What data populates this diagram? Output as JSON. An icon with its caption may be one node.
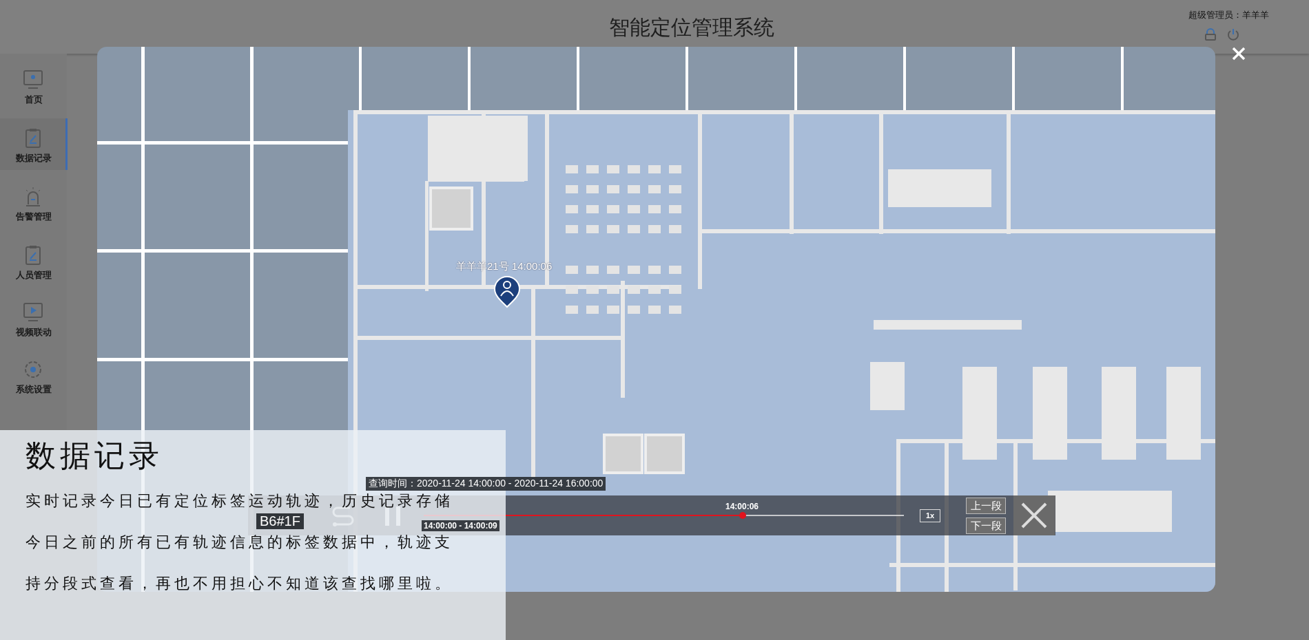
{
  "diagram": {
    "title": "智能定位管理系统",
    "labels": [
      "超级管理员：羊羊羊",
      "首页",
      "数据记录",
      "告警管理",
      "人员管理",
      "视频联动",
      "系统设置",
      "羊羊羊21号 14:00:06",
      "查询时间：2020-11-24 14:00:00 - 2020-11-24 16:00:00",
      "B6#1F",
      "14:00:06",
      "14:00:00 - 14:00:09",
      "1x",
      "上一段",
      "下一段",
      "数据记录",
      "实时记录今日已有定位标签运动轨迹，历史记录存储今日之前的所有已有轨迹信息的标签数据中，轨迹支持分段式查看，再也不用担心不知道该查找哪里啦。"
    ]
  }
}
